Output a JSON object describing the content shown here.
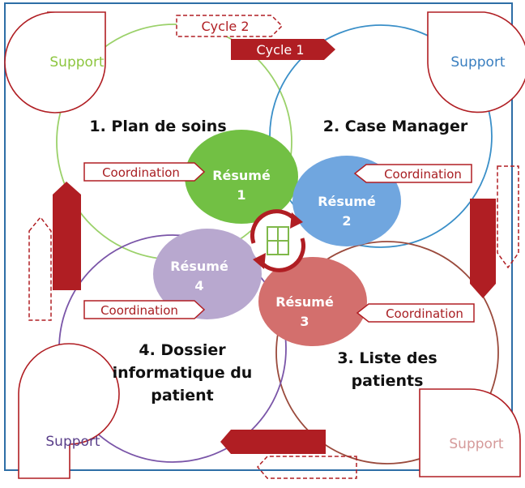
{
  "cycles": {
    "cycle2": "Cycle 2",
    "cycle1": "Cycle 1"
  },
  "quadrants": [
    {
      "title": "1. Plan de soins",
      "support": "Support",
      "support_color": "#8dc63f",
      "circle_color": "#9bd16a"
    },
    {
      "title": "2. Case Manager",
      "support": "Support",
      "support_color": "#3a7fc0",
      "circle_color": "#3a8fc8"
    },
    {
      "title_lines": [
        "3.  Liste des",
        "patients"
      ],
      "support": "Support",
      "support_color": "#d59a9a",
      "circle_color": "#9a4a3c"
    },
    {
      "title_lines": [
        "4.  Dossier",
        "informatique du",
        "patient"
      ],
      "support": "Support",
      "support_color": "#5a3f8a",
      "circle_color": "#7a55a8"
    }
  ],
  "coordination": "Coordination",
  "resumes": [
    {
      "label": "Résumé",
      "num": "1",
      "color": "#72c044"
    },
    {
      "label": "Résumé",
      "num": "2",
      "color": "#70a6df"
    },
    {
      "label": "Résumé",
      "num": "3",
      "color": "#d36f6d"
    },
    {
      "label": "Résumé",
      "num": "4",
      "color": "#b8a8cf"
    }
  ],
  "colors": {
    "accent": "#b01e23",
    "border": "#2e6ea6"
  },
  "icons": {
    "center": "cycle-arrows-icon"
  }
}
